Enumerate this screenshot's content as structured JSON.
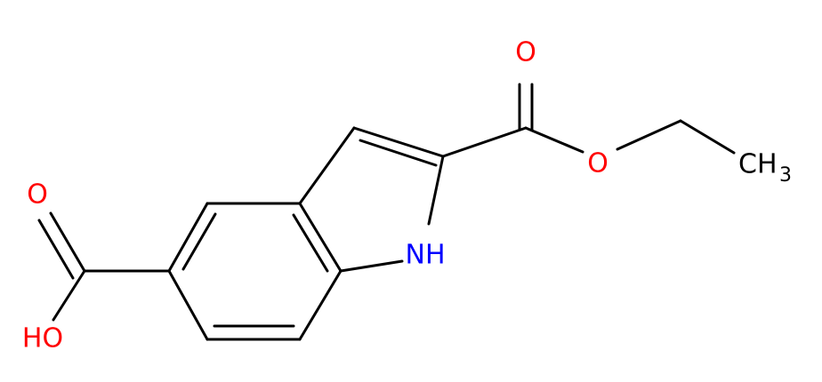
{
  "molecule": {
    "atoms": {
      "carbonyl_o_ester": {
        "text": "O",
        "color": "#ff0000"
      },
      "ester_o": {
        "text": "O",
        "color": "#ff0000"
      },
      "methyl": {
        "text": "CH",
        "subscript": "3",
        "color": "#000000"
      },
      "carbonyl_o_acid": {
        "text": "O",
        "color": "#ff0000"
      },
      "hydroxyl": {
        "text": "HO",
        "color": "#ff0000"
      },
      "nh": {
        "text": "NH",
        "color": "#0000ff"
      }
    }
  }
}
